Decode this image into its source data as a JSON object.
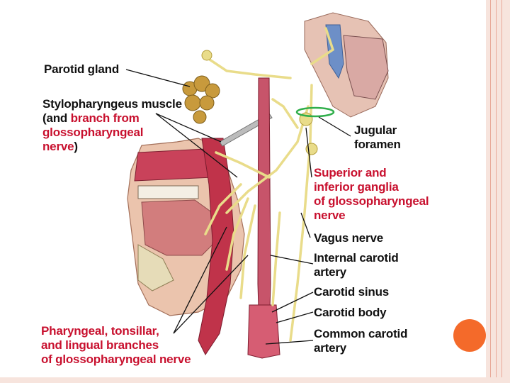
{
  "labels": {
    "parotid_gland": "Parotid gland",
    "stylopharyngeus_line1": "Stylopharyngeus muscle",
    "stylopharyngeus_line2_prefix": "(and ",
    "stylopharyngeus_line2_red": "branch from",
    "stylopharyngeus_line3": "glossopharyngeal",
    "stylopharyngeus_line4": "nerve",
    "stylopharyngeus_line4_suffix": ")",
    "jugular_foramen_line1": "Jugular",
    "jugular_foramen_line2": "foramen",
    "ganglia_line1": "Superior and",
    "ganglia_line2": "inferior ganglia",
    "ganglia_line3": "of glossopharyngeal",
    "ganglia_line4": "nerve",
    "vagus_nerve": "Vagus nerve",
    "internal_carotid_line1": "Internal carotid",
    "internal_carotid_line2": "artery",
    "carotid_sinus": "Carotid sinus",
    "carotid_body": "Carotid body",
    "common_carotid_line1": "Common carotid",
    "common_carotid_line2": "artery",
    "pharyngeal_line1": "Pharyngeal, tonsillar,",
    "pharyngeal_line2": "and lingual branches",
    "pharyngeal_line3": "of glossopharyngeal nerve"
  },
  "colors": {
    "label_red": "#c8102e",
    "nerve_yellow": "#f3e7a6",
    "muscle_red": "#c0334a",
    "skin_tone": "#e9b9a0",
    "accent_orange": "#f46a2a",
    "frame_pink": "#f7e4dd"
  }
}
